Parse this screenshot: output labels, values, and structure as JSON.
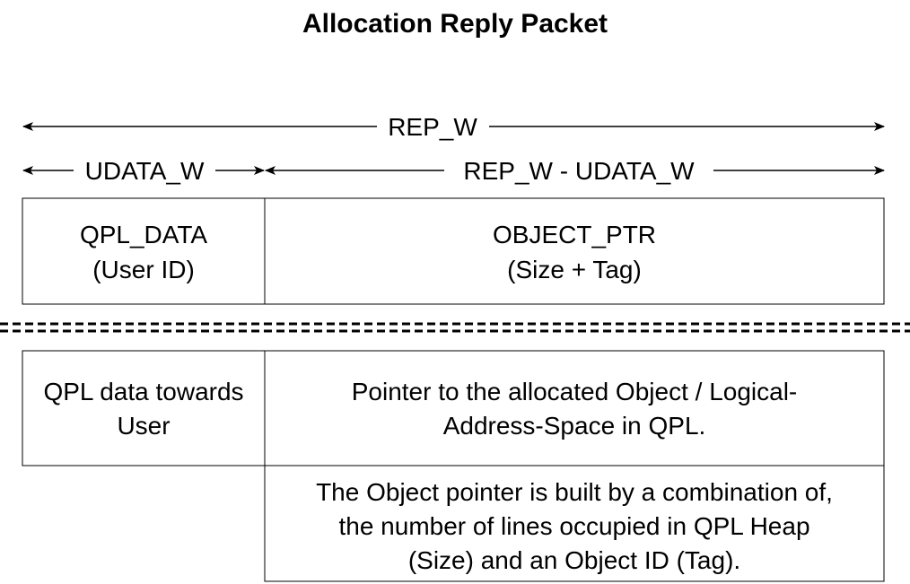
{
  "diagram": {
    "title": "Allocation Reply Packet",
    "widths": {
      "total": "REP_W",
      "udata": "UDATA_W",
      "rest": "REP_W - UDATA_W"
    },
    "fields": [
      {
        "name_line1": "QPL_DATA",
        "name_line2": "(User ID)"
      },
      {
        "name_line1": "OBJECT_PTR",
        "name_line2": "(Size + Tag)"
      }
    ],
    "descriptions": [
      {
        "line1": "QPL data towards",
        "line2": "User"
      },
      {
        "line1": "Pointer to the allocated Object / Logical-",
        "line2": "Address-Space in QPL."
      }
    ],
    "note": {
      "line1": "The Object pointer is built by a combination of,",
      "line2": "the number of lines occupied in QPL Heap",
      "line3": "(Size) and an Object ID (Tag)."
    },
    "colors": {
      "stroke": "#000000",
      "background": "#ffffff"
    }
  }
}
